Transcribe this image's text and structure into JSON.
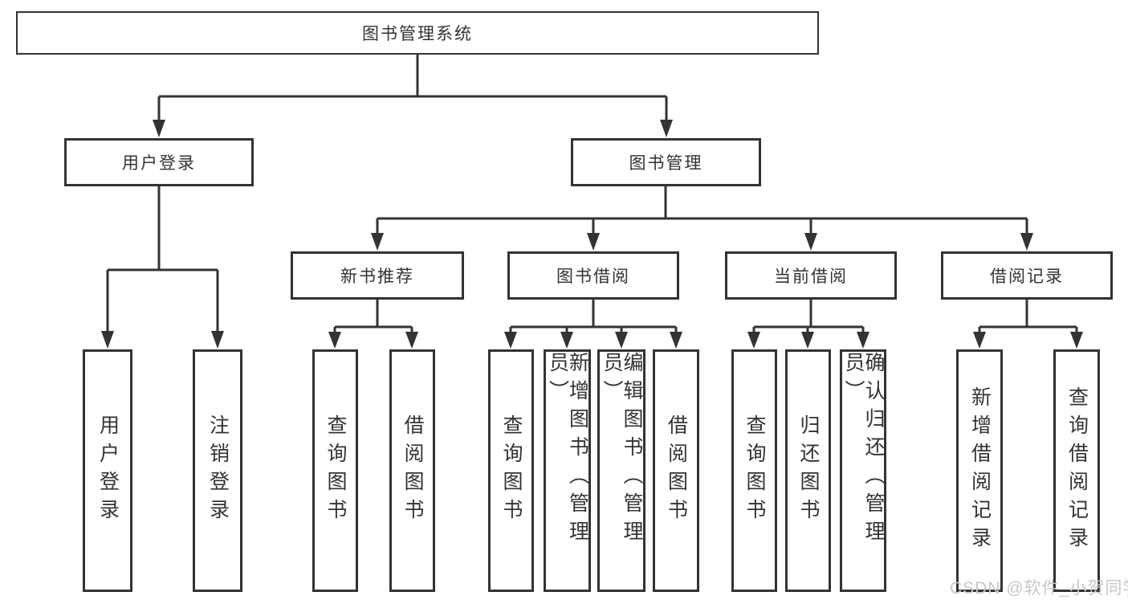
{
  "tree": {
    "label": "图书管理系统",
    "children": [
      {
        "label": "用户登录",
        "children": [
          {
            "label": "用户登录"
          },
          {
            "label": "注销登录"
          }
        ]
      },
      {
        "label": "图书管理",
        "children": [
          {
            "label": "新书推荐",
            "children": [
              {
                "label": "查询图书"
              },
              {
                "label": "借阅图书"
              }
            ]
          },
          {
            "label": "图书借阅",
            "children": [
              {
                "label": "查询图书"
              },
              {
                "label": "新增图书（管理员）"
              },
              {
                "label": "编辑图书（管理员）"
              },
              {
                "label": "借阅图书"
              }
            ]
          },
          {
            "label": "当前借阅",
            "children": [
              {
                "label": "查询图书"
              },
              {
                "label": "归还图书"
              },
              {
                "label": "确认归还（管理员）"
              }
            ]
          },
          {
            "label": "借阅记录",
            "children": [
              {
                "label": "新增借阅记录"
              },
              {
                "label": "查询借阅记录"
              }
            ]
          }
        ]
      }
    ]
  },
  "watermark": {
    "text": "CSDN @软件_小贺同学"
  },
  "colors": {
    "line": "#333333",
    "box_border": "#333333",
    "text": "#333333",
    "watermark": "#c8c8c8",
    "background": "#ffffff"
  }
}
